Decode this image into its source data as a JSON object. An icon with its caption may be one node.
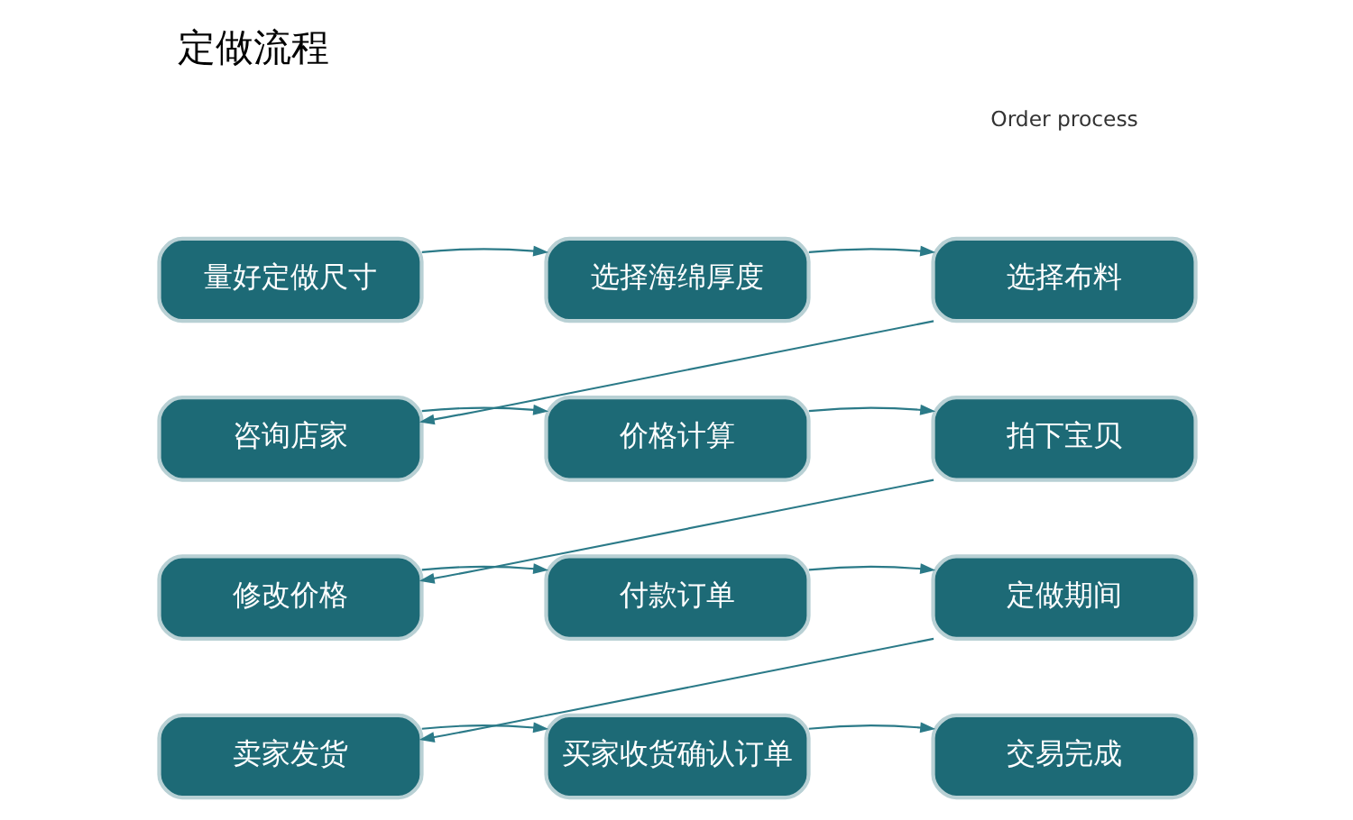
{
  "diagram": {
    "title": "定做流程",
    "nodes": [
      {
        "text": [
          "量好定做尺寸"
        ]
      },
      {
        "text": [
          "选择海绵厚度"
        ]
      },
      {
        "text": [
          "选择布料"
        ]
      },
      {
        "text": [
          "拍下宝贝"
        ]
      },
      {
        "text": [
          "价格计算"
        ]
      },
      {
        "text": [
          "咨询店家"
        ]
      },
      {
        "text": [
          "修改价格"
        ]
      },
      {
        "text": [
          "付款订单"
        ]
      },
      {
        "text": [
          "定做期间"
        ]
      },
      {
        "text": [
          "交易完成"
        ]
      },
      {
        "text": [
          "买家收货确认订单"
        ]
      },
      {
        "text": [
          "卖家发货"
        ]
      }
    ],
    "edges": [
      {
        "from": 0,
        "to": 1,
        "arrow": "to"
      },
      {
        "from": 1,
        "to": 2,
        "arrow": "to"
      },
      {
        "from": 2,
        "to": 5,
        "arrow": "to"
      },
      {
        "from": 5,
        "to": 4,
        "arrow": "to"
      },
      {
        "from": 4,
        "to": 3,
        "arrow": "to"
      },
      {
        "from": 3,
        "to": 6,
        "arrow": "to"
      },
      {
        "from": 6,
        "to": 7,
        "arrow": "to"
      },
      {
        "from": 7,
        "to": 8,
        "arrow": "to"
      },
      {
        "from": 8,
        "to": 11,
        "arrow": "to"
      },
      {
        "from": 11,
        "to": 10,
        "arrow": "to"
      },
      {
        "from": 10,
        "to": 9,
        "arrow": "to"
      }
    ],
    "labels": [
      "Order process"
    ]
  }
}
